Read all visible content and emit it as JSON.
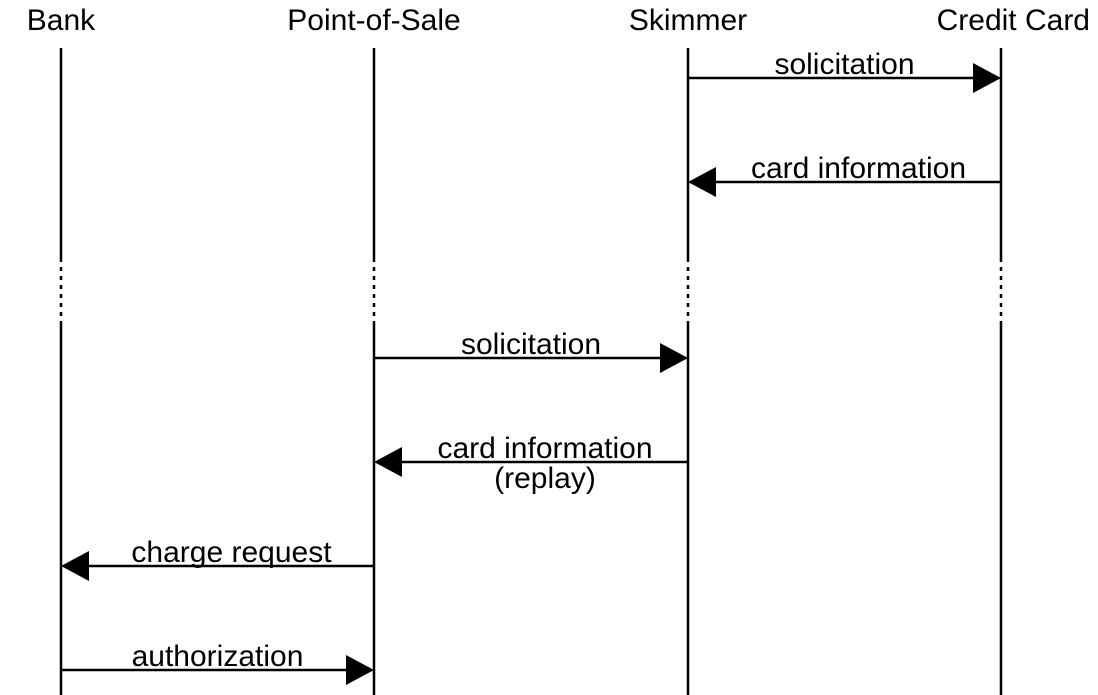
{
  "diagram": {
    "type": "sequence-diagram",
    "participants": [
      {
        "id": "bank",
        "label": "Bank"
      },
      {
        "id": "pos",
        "label": "Point-of-Sale"
      },
      {
        "id": "skimmer",
        "label": "Skimmer"
      },
      {
        "id": "card",
        "label": "Credit Card"
      }
    ],
    "messages": [
      {
        "from": "skimmer",
        "to": "card",
        "lines": [
          "solicitation"
        ]
      },
      {
        "from": "card",
        "to": "skimmer",
        "lines": [
          "card information"
        ]
      },
      {
        "from": "pos",
        "to": "skimmer",
        "lines": [
          "solicitation"
        ]
      },
      {
        "from": "skimmer",
        "to": "pos",
        "lines": [
          "card information",
          "(replay)"
        ]
      },
      {
        "from": "pos",
        "to": "bank",
        "lines": [
          "charge request"
        ]
      },
      {
        "from": "bank",
        "to": "pos",
        "lines": [
          "authorization"
        ]
      }
    ],
    "time_break_after_message": 1,
    "colors": {
      "stroke": "#000000",
      "background": "#ffffff"
    }
  }
}
